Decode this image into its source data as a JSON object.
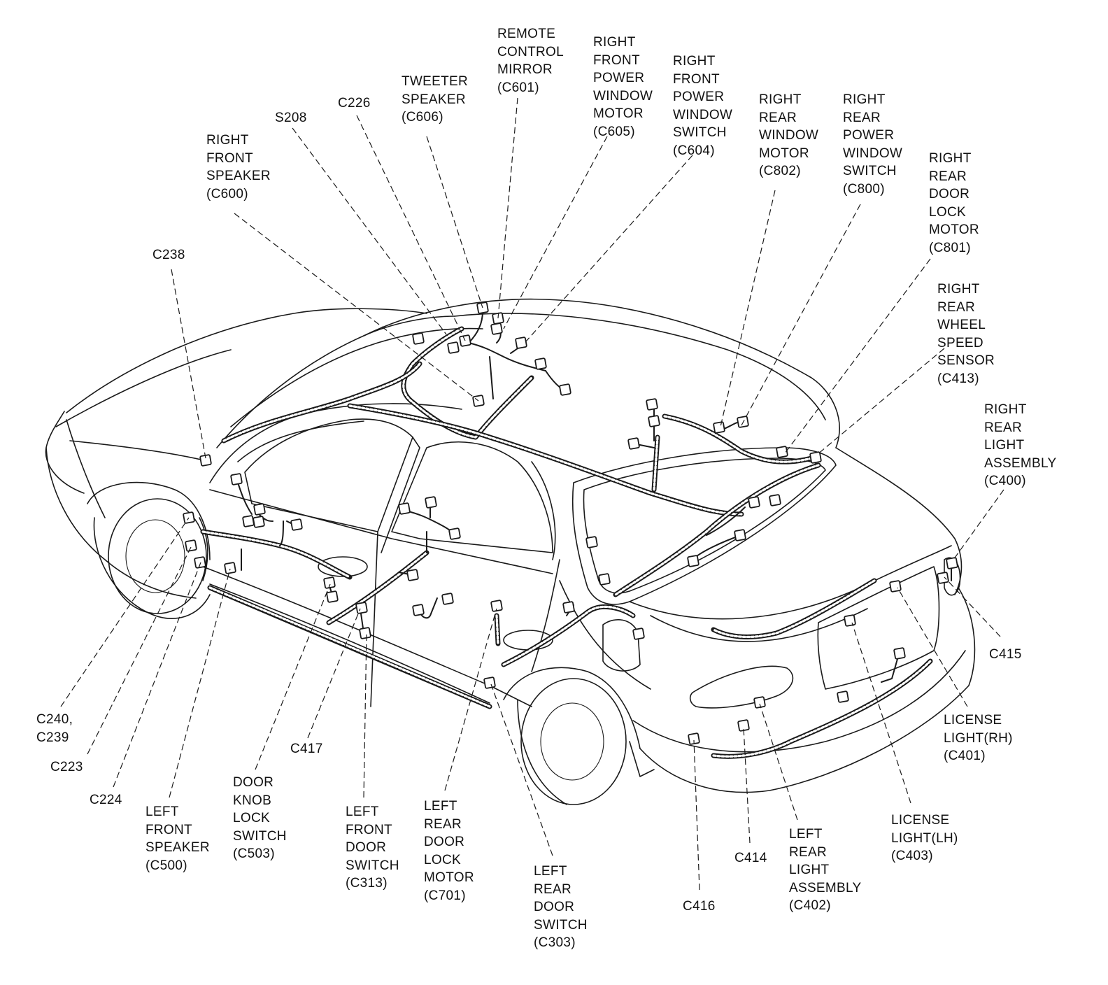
{
  "colors": {
    "ink": "#1a1a1a",
    "paper": "#ffffff"
  },
  "labels": {
    "remote_control_mirror": "REMOTE\nCONTROL\nMIRROR\n(C601)",
    "right_front_power_window_motor": "RIGHT\nFRONT\nPOWER\nWINDOW\nMOTOR\n(C605)",
    "right_front_power_window_switch": "RIGHT\nFRONT\nPOWER\nWINDOW\nSWITCH\n(C604)",
    "right_rear_window_motor": "RIGHT\nREAR\nWINDOW\nMOTOR\n(C802)",
    "right_rear_power_window_switch": "RIGHT\nREAR\nPOWER\nWINDOW\nSWITCH\n(C800)",
    "right_rear_door_lock_motor": "RIGHT\nREAR\nDOOR\nLOCK\nMOTOR\n(C801)",
    "right_rear_wheel_speed_sensor": "RIGHT\nREAR\nWHEEL\nSPEED\nSENSOR\n(C413)",
    "right_rear_light_assembly": "RIGHT\nREAR\nLIGHT\nASSEMBLY\n(C400)",
    "tweeter_speaker": "TWEETER\nSPEAKER\n(C606)",
    "c226": "C226",
    "s208": "S208",
    "right_front_speaker": "RIGHT\nFRONT\nSPEAKER\n(C600)",
    "c238": "C238",
    "c415": "C415",
    "license_light_rh": "LICENSE\nLIGHT(RH)\n(C401)",
    "license_light_lh": "LICENSE\nLIGHT(LH)\n(C403)",
    "c240_c239": "C240,\nC239",
    "c223": "C223",
    "c224": "C224",
    "left_front_speaker": "LEFT\nFRONT\nSPEAKER\n(C500)",
    "door_knob_lock_switch": "DOOR\nKNOB\nLOCK\nSWITCH\n(C503)",
    "c417": "C417",
    "left_front_door_switch": "LEFT\nFRONT\nDOOR\nSWITCH\n(C313)",
    "left_rear_door_lock_motor": "LEFT\nREAR\nDOOR\nLOCK\nMOTOR\n(C701)",
    "left_rear_door_switch": "LEFT\nREAR\nDOOR\nSWITCH\n(C303)",
    "c414": "C414",
    "c416": "C416",
    "left_rear_light_assembly": "LEFT\nREAR\nLIGHT\nASSEMBLY\n(C402)"
  }
}
